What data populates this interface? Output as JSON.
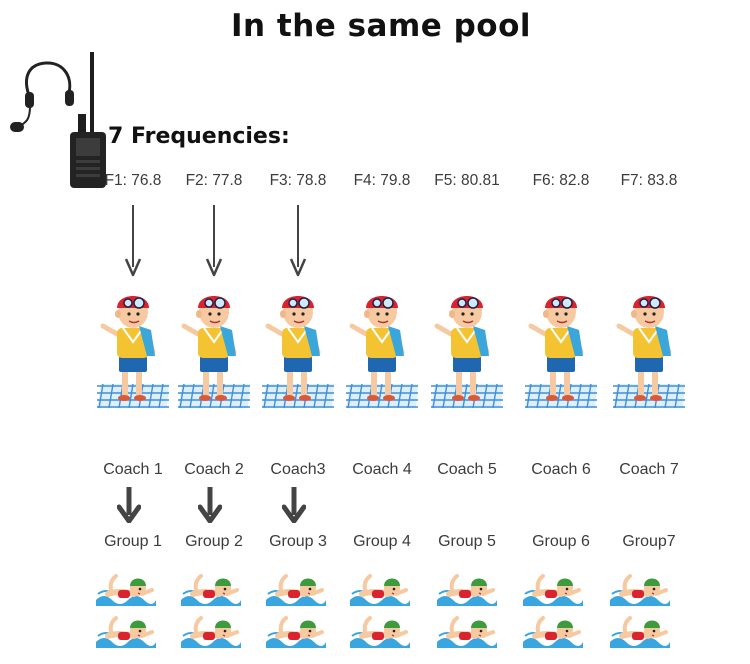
{
  "title": "In the same pool",
  "frequencies_heading": "7 Frequencies:",
  "frequencies": [
    "F1: 76.8",
    "F2: 77.8",
    "F3: 78.8",
    "F4: 79.8",
    "F5: 80.81",
    "F6: 82.8",
    "F7: 83.8"
  ],
  "coaches": [
    "Coach 1",
    "Coach 2",
    "Coach3",
    "Coach 4",
    "Coach 5",
    "Coach 6",
    "Coach 7"
  ],
  "groups": [
    "Group 1",
    "Group 2",
    "Group 3",
    "Group 4",
    "Group 5",
    "Group 6",
    "Group7"
  ],
  "arrow_count": 3,
  "colors": {
    "arrow": "#444444",
    "cap": "#d9232f",
    "shirt": "#f3c331",
    "shorts": "#1f67b1",
    "towel": "#3aa6d9",
    "tiles": "#3d8fd9",
    "water": "#3aa6e0",
    "swim_cap": "#3d9a3d"
  }
}
